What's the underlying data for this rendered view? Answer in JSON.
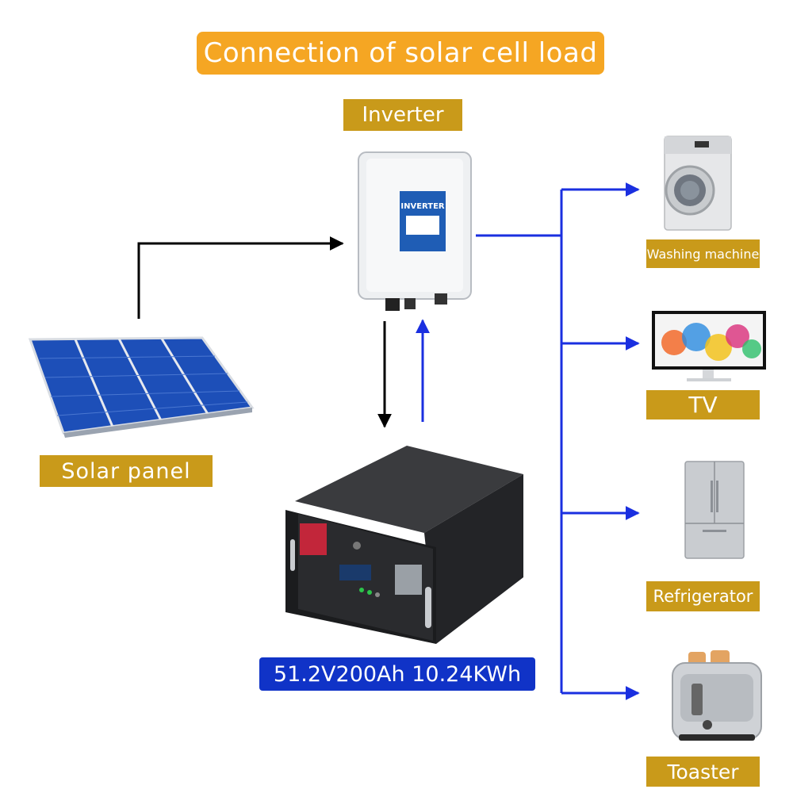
{
  "title": "Connection of solar cell load",
  "labels": {
    "inverter": "Inverter",
    "inverter_screen": "INVERTER",
    "solar_panel": "Solar panel",
    "battery": "51.2V200Ah 10.24KWh",
    "washing_machine": "Washing machine",
    "tv": "TV",
    "refrigerator": "Refrigerator",
    "toaster": "Toaster"
  },
  "colors": {
    "label_bg": "#c99a1a",
    "title_bg": "#f5a623",
    "flow_blue": "#1a2fe0",
    "flow_black": "#000000",
    "battery_label_bg": "#1033c7"
  },
  "icons": [
    "solar-panel-icon",
    "inverter-icon",
    "battery-icon",
    "washing-machine-icon",
    "tv-icon",
    "refrigerator-icon",
    "toaster-icon"
  ]
}
